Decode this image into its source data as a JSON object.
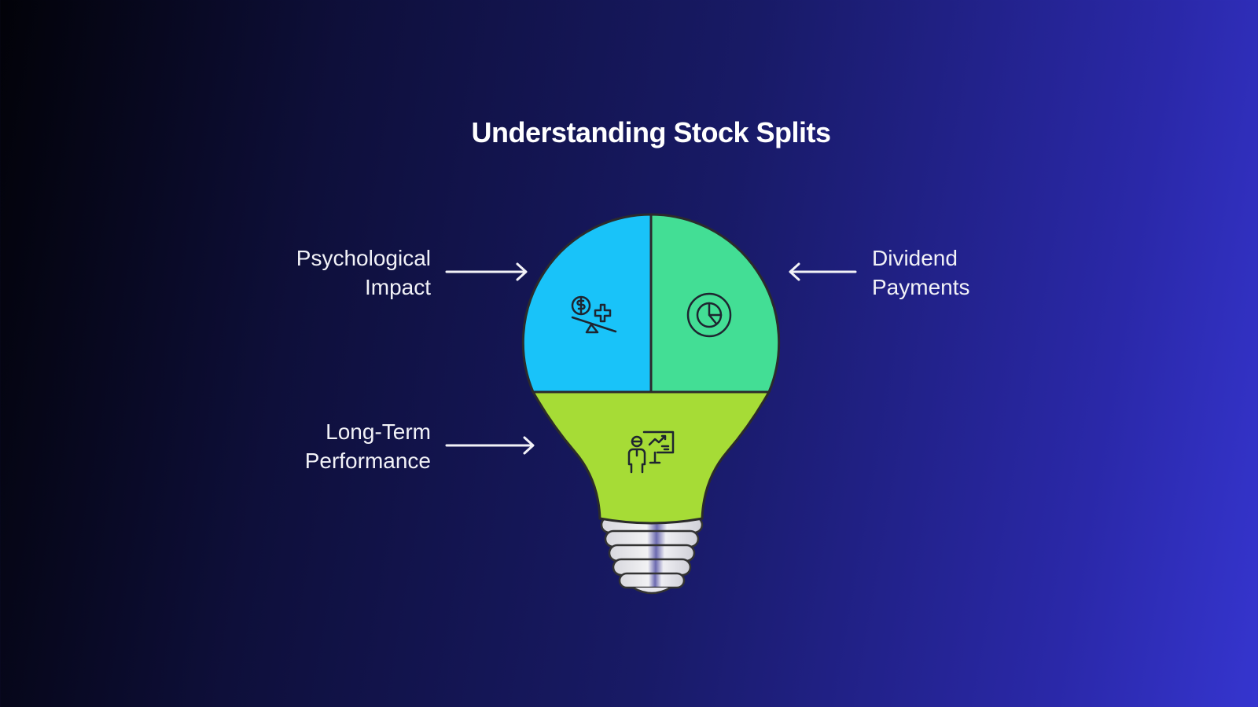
{
  "title": "Understanding Stock Splits",
  "segments": [
    {
      "label_line1": "Psychological",
      "label_line2": "Impact",
      "color": "#19c3f9",
      "icon": "balance-scale-dollar-plus-icon"
    },
    {
      "label_line1": "Dividend",
      "label_line2": "Payments",
      "color": "#43de95",
      "icon": "pie-chart-icon"
    },
    {
      "label_line1": "Long-Term",
      "label_line2": "Performance",
      "color": "#a6dc36",
      "icon": "presenter-chart-icon"
    }
  ]
}
